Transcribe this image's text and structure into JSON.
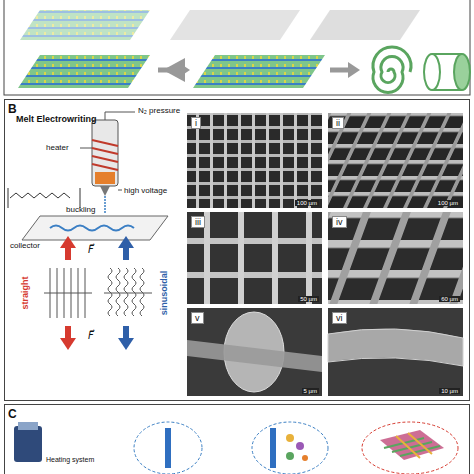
{
  "diagram": {
    "nodes": [
      {
        "text": [
          "B"
        ]
      },
      {
        "text": [
          "i",
          "100 µm"
        ],
        "in": 0
      },
      {
        "text": [
          "ii",
          "100 µm"
        ],
        "in": 0
      },
      {
        "text": [
          "iii",
          "50 µm"
        ],
        "in": 0
      },
      {
        "text": [
          "iv",
          "60 µm"
        ],
        "in": 0
      },
      {
        "text": [
          "v",
          "5 µm"
        ],
        "in": 0
      },
      {
        "text": [
          "vi",
          "10 µm"
        ],
        "in": 0
      },
      {
        "text": [
          "C"
        ]
      }
    ],
    "edges": [],
    "labels": [
      "Melt Electrowriting",
      "N₂ pressure",
      "heater",
      "high voltage",
      "buckling",
      "collector",
      "straight",
      "sinusoidal",
      "F⃗",
      "F⃗",
      "Heating system"
    ]
  }
}
